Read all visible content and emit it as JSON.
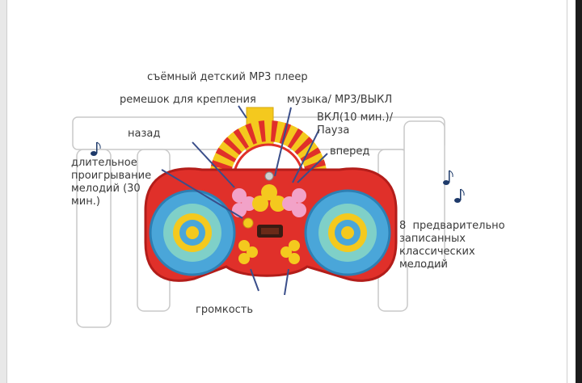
{
  "labels": {
    "title": "съёмный детский  MP3 плеер",
    "strap": "ремешок для крепления",
    "mode": "музыка/ MP3/ВЫКЛ",
    "on_pause": "ВКЛ(10 мин.)/\nПауза",
    "back": "назад",
    "forward": "вперед",
    "long_play": "длительное\nпроигрывание\nмелодий (30\nмин.)",
    "melodies": "8  предварительно\nзаписанных\nклассических\nмелодий",
    "volume": "громкость"
  },
  "colors": {
    "body_red": "#e0302a",
    "body_outline": "#b31d1a",
    "speaker_blue": "#4aa6d9",
    "speaker_teal": "#7fd0c8",
    "yellow": "#f4c91e",
    "button_pink": "#f2a2c8",
    "display": "#3a1b12",
    "label_text": "#3a3a3a",
    "note": "#1e3a6a"
  },
  "icons": [
    "music-note-icon",
    "music-note-icon",
    "music-note-icon"
  ]
}
